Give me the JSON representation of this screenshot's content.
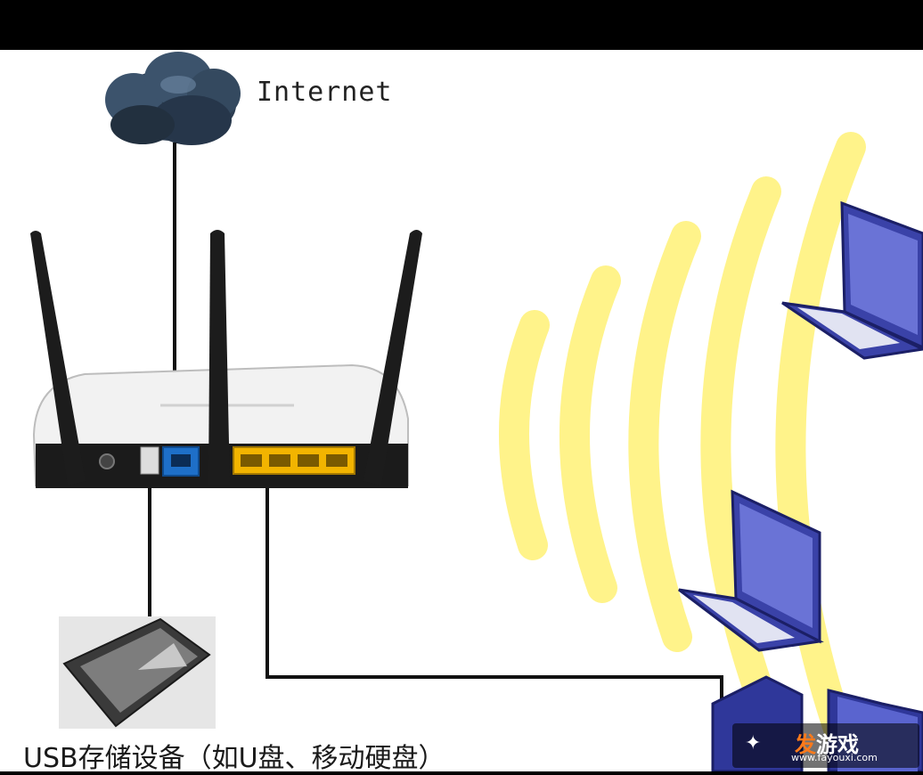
{
  "labels": {
    "internet": "Internet",
    "usb_storage": "USB存储设备（如U盘、移动硬盘）"
  },
  "watermark": {
    "brand_accent": "发",
    "brand_rest": "游戏",
    "url": "www.fayouxi.com",
    "icon": "game-icon"
  },
  "colors": {
    "background": "#ffffff",
    "frame": "#000000",
    "wifi_wave": "#fff38a",
    "wan_port": "#1e6fc8",
    "lan_ports": "#f2b400",
    "laptop": "#3a42a8",
    "cloud": "#2d3e52"
  },
  "icons": [
    "cloud-icon",
    "router-icon",
    "laptop-icon",
    "desktop-pc-icon",
    "usb-drive-icon",
    "wifi-waves-icon"
  ]
}
